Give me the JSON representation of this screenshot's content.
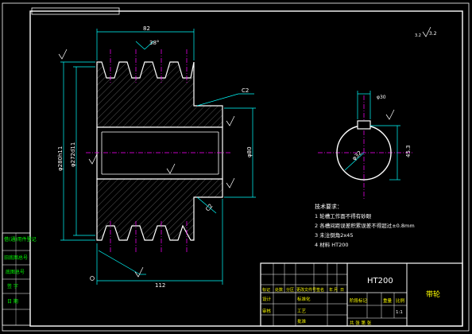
{
  "colors": {
    "background": "#000000",
    "frame": "#ffffff",
    "section": "#ffffff",
    "hatch": "#7a7a7a",
    "center_line": "#ff00ff",
    "dimension": "#00ffff",
    "text": "#ffffff",
    "side_text": "#00ff00",
    "title_text": "#ffff00"
  },
  "dims": {
    "width_top": "82",
    "angle": "38°",
    "outer_dia": "φ280h11",
    "root_dia": "φ272d11",
    "hub_dia": "φ80",
    "length_bottom": "112",
    "chamfer_top": "C2",
    "chamfer_bottom": "C2",
    "keyway_width": "φ32",
    "keyway_depth": "45.3",
    "small_top": "φ30",
    "roughness_main": "3.2",
    "roughness_sym": "√",
    "note_top_right": "3.2"
  },
  "tech": {
    "title": "技术要求：",
    "items": [
      "1  轮槽工作面不得有砂眼",
      "2  各槽间距误差积累误差不得超过±0.8mm",
      "3  未注倒角2x45",
      "4  材料   HT200"
    ]
  },
  "side_labels": [
    "借(通)用件登记",
    "旧底图总号",
    "底图总号",
    "签  字",
    "日  期"
  ],
  "title_block": {
    "material": "HT200",
    "part_name": "带轮",
    "row_labels": [
      "标记",
      "处数",
      "分区",
      "更改文件号",
      "签名",
      "年",
      "月",
      "日"
    ],
    "design_label": "设计",
    "std_label": "标准化",
    "stage_label": "阶段标记",
    "weight_label": "重量",
    "scale_label": "比例",
    "scale_value": "1:1",
    "review_label": "审核",
    "process_label": "工艺",
    "approve_label": "批准",
    "sheet_label": "共  张  第  张"
  }
}
